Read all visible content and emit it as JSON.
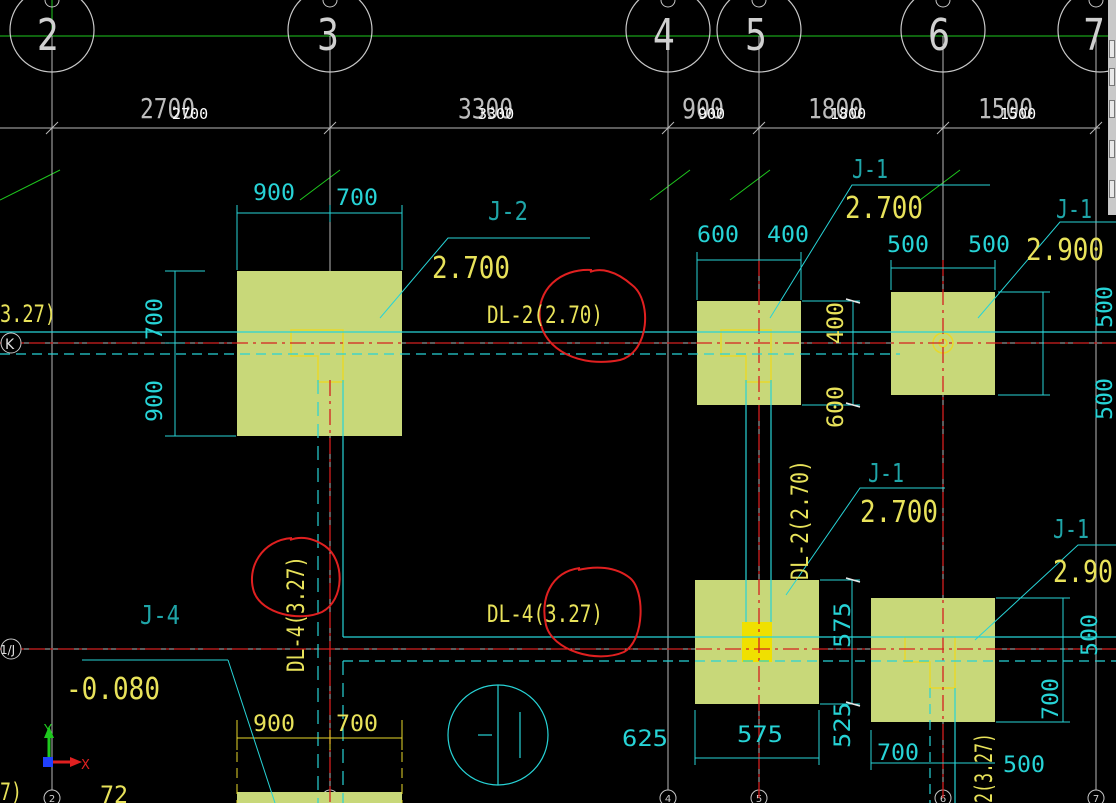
{
  "axes": {
    "bubbles": [
      "2",
      "3",
      "4",
      "5",
      "6",
      "7"
    ],
    "bottom_bubbles": [
      "2",
      "3",
      "4",
      "5",
      "6",
      "7"
    ],
    "row_tags": [
      "K",
      "1/J"
    ]
  },
  "dimensions": {
    "top_large": [
      "2700",
      "3300",
      "900",
      "1800",
      "1500"
    ],
    "top_small": [
      "2700",
      "3300",
      "900",
      "1800",
      "1500"
    ],
    "footing_dims": [
      "900",
      "700",
      "600",
      "400",
      "500",
      "500",
      "700",
      "900",
      "400",
      "600",
      "500",
      "500",
      "575",
      "525",
      "625",
      "575",
      "500",
      "700",
      "700",
      "500",
      "900",
      "700"
    ]
  },
  "labels": {
    "footings": [
      "J-2",
      "J-1",
      "J-1",
      "J-1",
      "J-1",
      "J-4"
    ],
    "elevations": [
      "2.700",
      "2.700",
      "2.900",
      "2.700",
      "2.90",
      "-0.080"
    ],
    "beams": [
      "DL-2(2.70)",
      "DL-2(2.70)",
      "DL-4(3.27)",
      "DL-4(3.27)",
      "2(3.27)"
    ],
    "edge_left": [
      "3.27)",
      "7)",
      "72"
    ]
  },
  "ucs": {
    "x": "X",
    "y": "Y"
  },
  "colors": {
    "background": "#000000",
    "grid": "#b8b8b8",
    "cyan": "#27d3d6",
    "footing_fill": "#c8d879",
    "yellow_text": "#e8e25a",
    "red_center": "#d42020",
    "annotation_red": "#e02020",
    "green": "#1ec81e"
  }
}
